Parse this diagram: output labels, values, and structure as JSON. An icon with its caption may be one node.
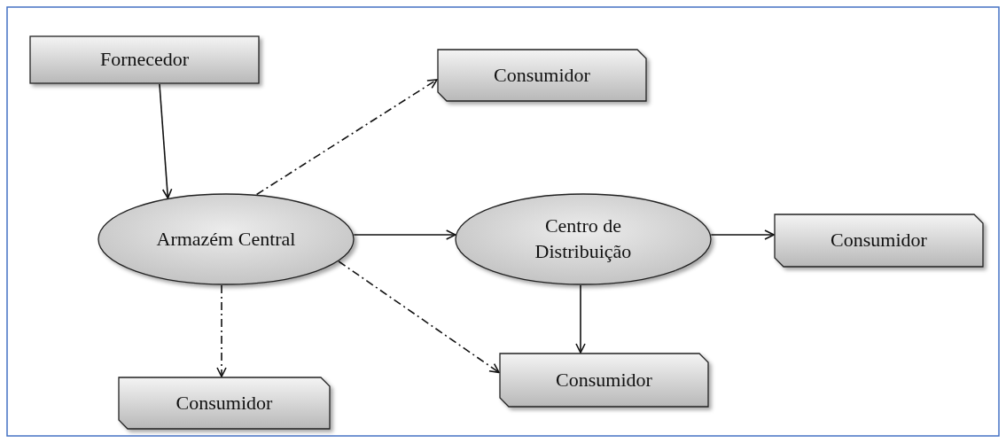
{
  "diagram": {
    "nodes": [
      {
        "text": [
          "Fornecedor"
        ]
      },
      {
        "text": [
          "Consumidor"
        ]
      },
      {
        "text": [
          "Armazém Central"
        ]
      },
      {
        "text": [
          "Centro de Distribuição"
        ]
      },
      {
        "text": [
          "Consumidor"
        ]
      },
      {
        "text": [
          "Consumidor"
        ]
      },
      {
        "text": [
          "Consumidor"
        ]
      }
    ],
    "edges": [
      {
        "from": 0,
        "to": 2,
        "arrow": "to"
      },
      {
        "from": 2,
        "to": 1,
        "arrow": "to",
        "style": "dashed"
      },
      {
        "from": 2,
        "to": 3,
        "arrow": "to"
      },
      {
        "from": 3,
        "to": 4,
        "arrow": "to"
      },
      {
        "from": 3,
        "to": 6,
        "arrow": "to"
      },
      {
        "from": 2,
        "to": 5,
        "arrow": "to",
        "style": "dashed"
      },
      {
        "from": 2,
        "to": 6,
        "arrow": "to",
        "style": "dashed"
      }
    ]
  }
}
